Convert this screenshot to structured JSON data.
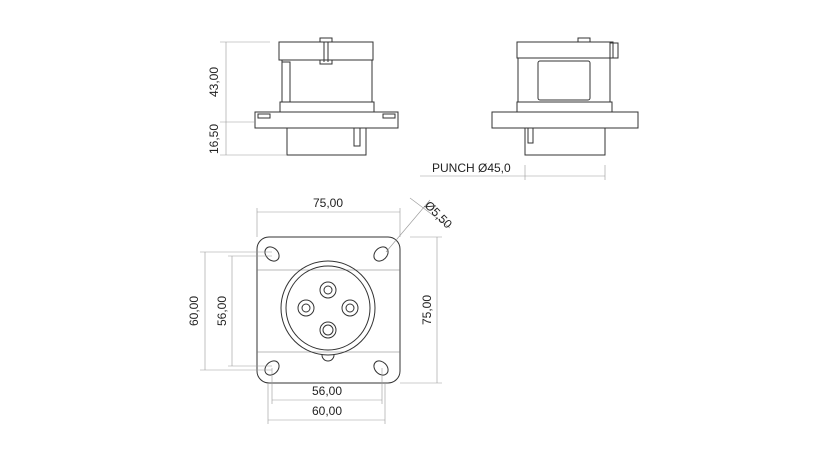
{
  "drawing": {
    "side_view_dims": {
      "height_top": "43,00",
      "height_bottom": "16,50"
    },
    "punch_label": "PUNCH Ø45,0",
    "front_view_dims": {
      "width_top": "75,00",
      "hole_diameter": "Ø5,50",
      "height_right": "75,00",
      "height_outer_left": "60,00",
      "height_inner_left": "56,00",
      "width_inner_bottom": "56,00",
      "width_outer_bottom": "60,00"
    }
  }
}
